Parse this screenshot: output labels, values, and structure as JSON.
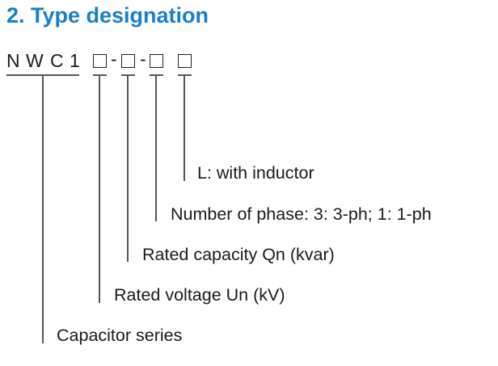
{
  "colors": {
    "accent": "#1a7fc8"
  },
  "title": "2. Type designation",
  "code": {
    "prefix": [
      "N",
      "W",
      "C",
      "1"
    ],
    "separator": "-"
  },
  "labels": {
    "inductor": "L: with inductor",
    "phase": "Number of phase: 3: 3-ph; 1: 1-ph",
    "capacity": "Rated capacity Qn (kvar)",
    "voltage": "Rated voltage Un (kV)",
    "series": "Capacitor series"
  }
}
